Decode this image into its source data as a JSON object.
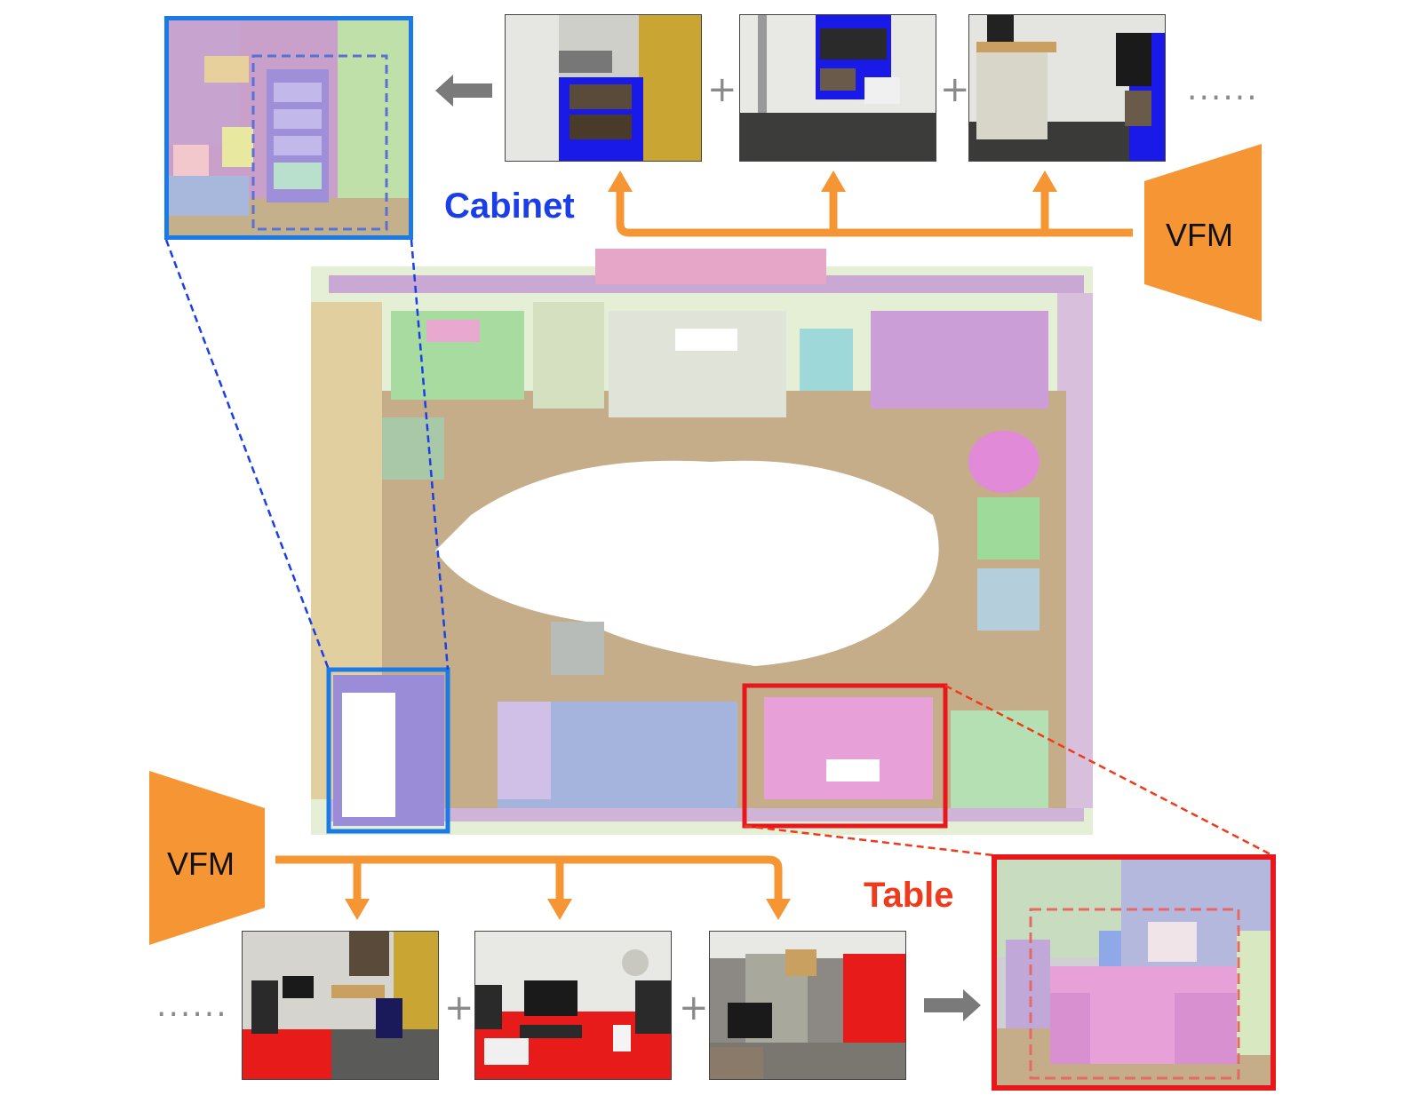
{
  "labels": {
    "cabinet": "Cabinet",
    "table": "Table",
    "vfm_top": "VFM",
    "vfm_bottom": "VFM"
  },
  "separators": {
    "plus_symbol": "+",
    "ellipsis": "......"
  },
  "colors": {
    "orange": "#f59533",
    "blue_highlight": "#1a7be6",
    "red_highlight": "#e8171b",
    "cabinet_text": "#1a3ee8",
    "table_text": "#ef3a1c",
    "arrow_gray": "#7a7a7a"
  },
  "icons": {
    "trapezoid": "vfm-trapezoid-icon",
    "arrow_left": "gray-arrow-left-icon",
    "arrow_right": "gray-arrow-right-icon",
    "arrow_up": "orange-arrow-up-icon",
    "arrow_down": "orange-arrow-down-icon"
  }
}
